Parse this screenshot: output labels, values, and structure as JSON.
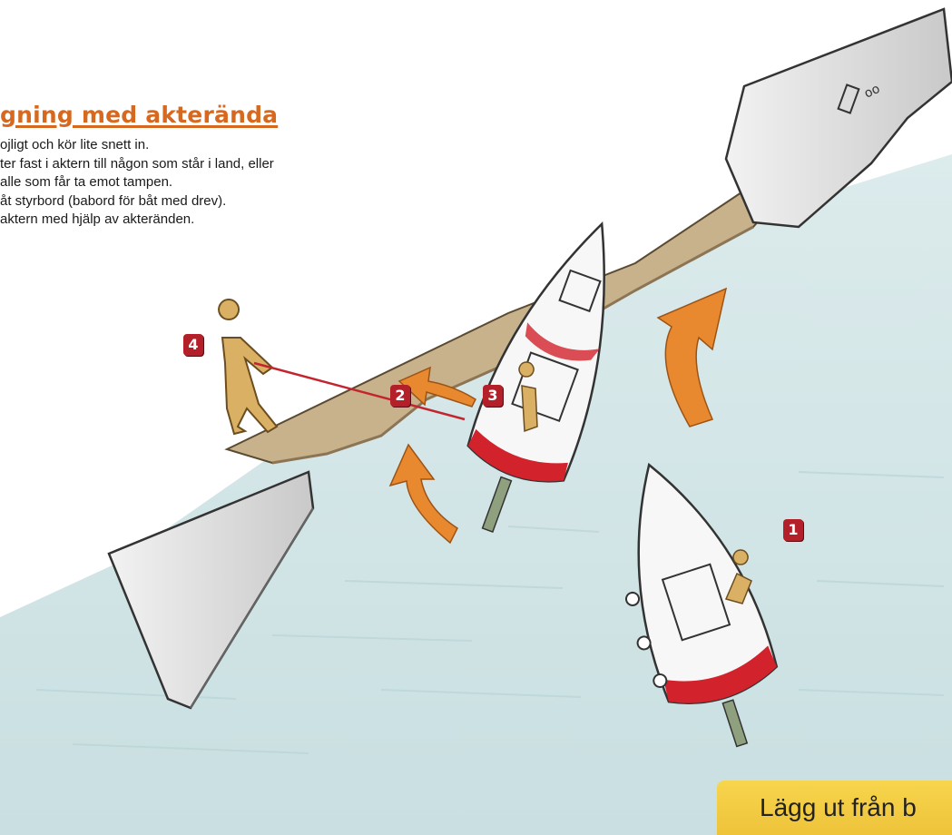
{
  "heading": "gning med akterända",
  "steps": [
    "ojligt och kör lite snett in.",
    "ter fast i aktern till någon som står i land, eller",
    "alle som får ta emot tampen.",
    "åt styrbord (babord för båt med drev).",
    " aktern med hjälp av akteränden."
  ],
  "markers": [
    "1",
    "2",
    "3",
    "4"
  ],
  "tab_label": "Lägg ut från b",
  "colors": {
    "heading": "#d6691f",
    "badge": "#b3202a",
    "arrow": "#e8892f",
    "water": "#cfe2e4",
    "pier": "#c8b28c",
    "hull_bottom": "#d2222c",
    "tab": "#f2c83e"
  },
  "icons": [
    "curved-arrow-icon",
    "person-icon",
    "boat-icon"
  ]
}
